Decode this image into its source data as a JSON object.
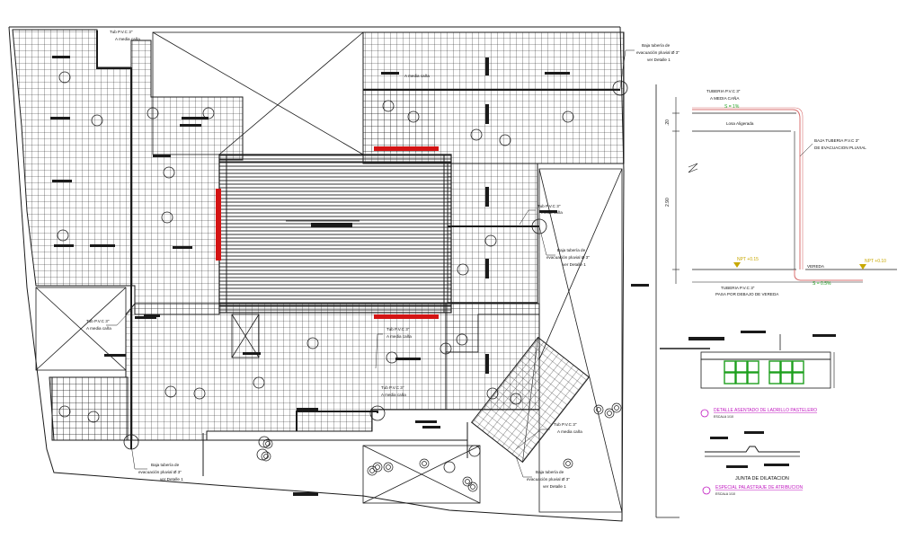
{
  "drawing": {
    "notes": {
      "pvc_top": [
        "Tub P.V.C 3\"",
        "A media caña"
      ],
      "bajada_top_right": [
        "Baja tubería de",
        "evacuación pluvial Ø 3\"",
        "ver Detalle 1"
      ],
      "media_cana_a": "A media caña",
      "pvc_center": [
        "Tub P.V.C 3\"",
        "media caña"
      ],
      "bajada_center": [
        "Baja tubería de",
        "evacuación pluvial Ø 3\"",
        "ver Detalle 1"
      ],
      "pvc_left": [
        "Tub P.V.C 3\"",
        "A media caña"
      ],
      "pvc_right_mid": [
        "Tub P.V.C 3\"",
        "A media caña"
      ],
      "pvc_lower": [
        "Tub P.V.C 3\"",
        "A media caña"
      ],
      "pvc_bottom_right": [
        "Tub P.V.C 3\"",
        "A media caña"
      ],
      "bajada_bottom_left": [
        "Baja tubería de",
        "evacuación pluvial Ø 3\"",
        "ver Detalle 1"
      ],
      "bajada_bottom_right": [
        "Baja tubería de",
        "evacuación pluvial Ø 3\"",
        "ver Detalle 1"
      ]
    },
    "detail1": {
      "pipe_top": "TUBERIA P.V.C 3\"",
      "pipe_top_sub": "A MEDIA CAÑA",
      "slope": "S = 1%",
      "losa": "Losa Aligerada",
      "baja": "BAJA TUBERIA P.V.C 3\"",
      "baja_sub": "DE EVACUACION PLUVIAL",
      "npt_left": "NPT +0.15",
      "npt_right": "NPT +0.10",
      "vereda": "VEREDA",
      "pipe_bottom": "TUBERIA P.V.C 3\"",
      "pipe_bottom_sub": "PASA POR DEBAJO DE VEREDA",
      "slope_bottom": "S = 0.5%",
      "dim_1": ".20",
      "dim_2": "2.90"
    },
    "detail2": {
      "title": "DETALLE ASENTADO DE LADRILLO PASTELERO",
      "scale": "ESCALA 1/10"
    },
    "detail3": {
      "title": "JUNTA DE DILATACION",
      "subtitle": "ESPECIAL PALASTRAJE DE ATRIBUCION",
      "scale": "ESCALA 1/10"
    },
    "colors": {
      "red": "#d41414",
      "magenta": "#c018c0",
      "green": "#1ea01e",
      "yellow": "#c8a800",
      "line": "#1a1a1a"
    }
  }
}
